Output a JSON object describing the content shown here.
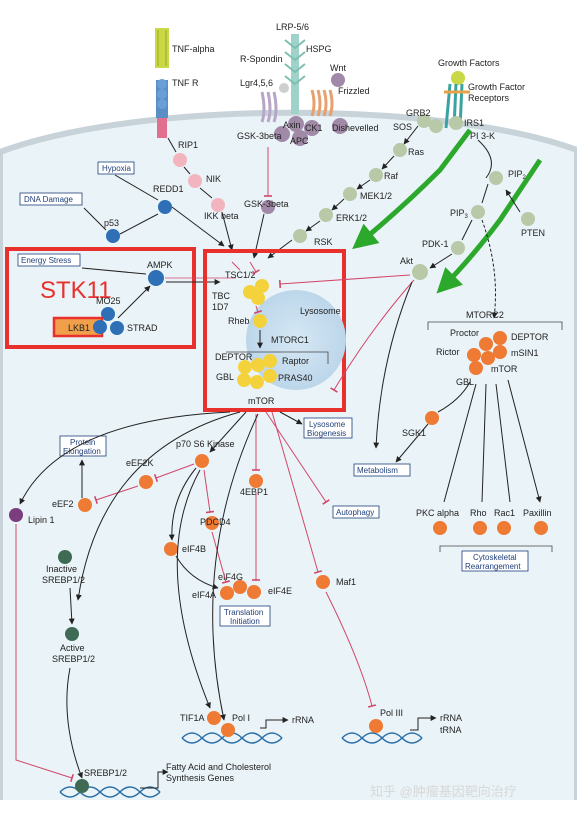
{
  "colors": {
    "cell_fill": "#e9f3f7",
    "membrane": "#c7d3d9",
    "node_blue": "#2f6fb5",
    "node_yellow": "#f3d23c",
    "node_orange": "#ee7a33",
    "node_pink": "#f2b5c0",
    "node_green": "#b8c9a8",
    "node_purple": "#a08aa8",
    "node_dark_green": "#3f6b55",
    "node_violet": "#7a3d7d",
    "arrow_green": "#2ca82c",
    "inhibit_red": "#d2476a",
    "highlight_red": "#e8312c",
    "label_box_border": "#1f3f7a"
  },
  "labels": {
    "tnf_alpha": "TNF-alpha",
    "tnf_r": "TNF R",
    "lrp": "LRP-5/6",
    "r_spondin": "R-Spondin",
    "hspg": "HSPG",
    "lgr": "Lgr4,5,6",
    "wnt": "Wnt",
    "frizzled": "Frizzled",
    "axin": "Axin",
    "ck1": "CK1",
    "dishevelled": "Dishevelled",
    "apc": "APC",
    "gsk3b_top": "GSK-3beta",
    "growth_factors": "Growth Factors",
    "gfr_line1": "Growth Factor",
    "gfr_line2": "Receptors",
    "grb2": "GRB2",
    "sos": "SOS",
    "irs1": "IRS1",
    "pi3k": "PI 3-K",
    "ras": "Ras",
    "raf": "Raf",
    "mek": "MEK1/2",
    "erk": "ERK1/2",
    "rsk": "RSK",
    "rip1": "RIP1",
    "nik": "NIK",
    "ikk": "IKK beta",
    "gsk3b_mid": "GSK-3beta",
    "p53": "p53",
    "redd1": "REDD1",
    "ampk": "AMPK",
    "mo25": "MO25",
    "lkb1": "LKB1",
    "strad": "STRAD",
    "stk11": "STK11",
    "tsc": "TSC1/2",
    "tbc": "TBC",
    "tbc2": "1D7",
    "rheb": "Rheb",
    "lysosome": "Lysosome",
    "mtorc1": "MTORC1",
    "deptor1": "DEPTOR",
    "raptor": "Raptor",
    "gbl1": "GBL",
    "pras40": "PRAS40",
    "mtor1": "mTOR",
    "pip2": "PIP",
    "pip2_sub": "2",
    "pip3": "PIP",
    "pip3_sub": "3",
    "pdk1": "PDK-1",
    "pten": "PTEN",
    "akt": "Akt",
    "mtorc2": "MTORC2",
    "proctor": "Proctor",
    "deptor2": "DEPTOR",
    "rictor": "Rictor",
    "msin1": "mSIN1",
    "mtor2": "mTOR",
    "gbl2": "GBL",
    "sgk1": "SGK1",
    "pkc": "PKC alpha",
    "rho": "Rho",
    "rac1": "Rac1",
    "paxillin": "Paxillin",
    "p70": "p70 S6 Kinase",
    "eef2k": "eEF2K",
    "eef2": "eEF2",
    "lipin": "Lipin 1",
    "ebp1": "4EBP1",
    "pdcd4": "PDCD4",
    "eif4b": "eIF4B",
    "eif4g": "eIF4G",
    "eif4a": "eIF4A",
    "eif4e": "eIF4E",
    "maf1": "Maf1",
    "inactive_1": "Inactive",
    "inactive_2": "SREBP1/2",
    "active_1": "Active",
    "active_2": "SREBP1/2",
    "tif1a": "TIF1A",
    "pol1": "Pol I",
    "rrna1": "rRNA",
    "pol3": "Pol III",
    "rrna2": "rRNA",
    "trna": "tRNA",
    "srebp_dna": "SREBP1/2",
    "fatty_1": "Fatty Acid and Cholesterol",
    "fatty_2": "Synthesis Genes"
  },
  "boxes": {
    "hypoxia": "Hypoxia",
    "dna_damage": "DNA Damage",
    "energy_stress": "Energy Stress",
    "lysosome_biogenesis_1": "Lysosome",
    "lysosome_biogenesis_2": "Biogenesis",
    "metabolism": "Metabolism",
    "autophagy": "Autophagy",
    "protein_elongation_1": "Protein",
    "protein_elongation_2": "Elongation",
    "translation_init_1": "Translation",
    "translation_init_2": "Initiation",
    "cytoskeletal_1": "Cytoskeletal",
    "cytoskeletal_2": "Rearrangement"
  },
  "watermark": "知乎 @肿瘤基因靶向治疗"
}
